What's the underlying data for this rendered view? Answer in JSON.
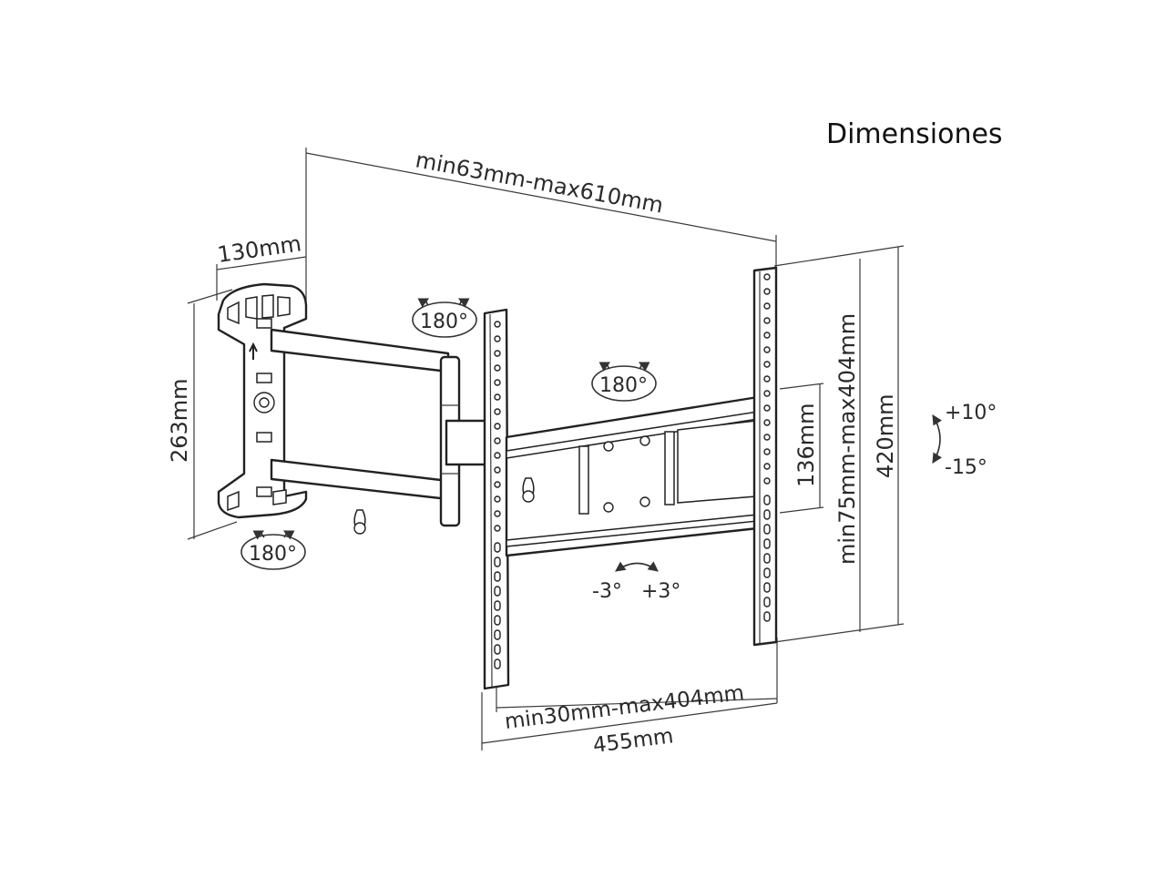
{
  "title": "Dimensiones",
  "dimensions": {
    "arm_extension": "min63mm-max610mm",
    "wall_plate_depth": "130mm",
    "wall_plate_height": "263mm",
    "bracket_vertical_spacing": "min75mm-max404mm",
    "bracket_height": "420mm",
    "center_plate_height": "136mm",
    "horizontal_spacing": "min30mm-max404mm",
    "overall_width": "455mm"
  },
  "angles": {
    "swivel_wall": "180°",
    "swivel_arm": "180°",
    "swivel_plate": "180°",
    "tilt_up": "+10°",
    "tilt_down": "-15°",
    "rotate_left": "-3°",
    "rotate_right": "+3°"
  }
}
